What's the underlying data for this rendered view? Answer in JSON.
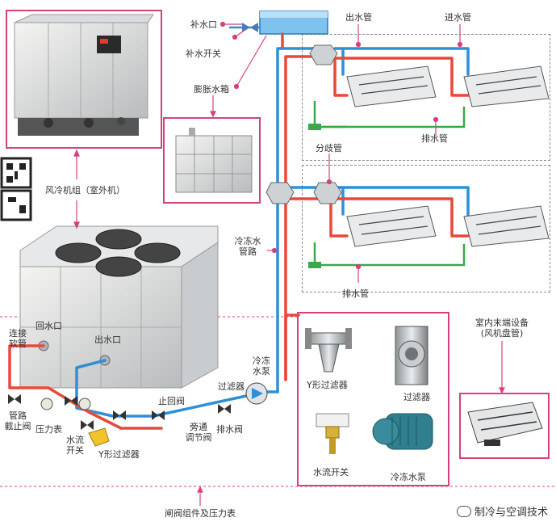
{
  "colors": {
    "accent": "#d4417e",
    "supply": "#2f8fd6",
    "return": "#e8493a",
    "drain": "#3aa84a"
  },
  "labels": {
    "makeup_port": "补水口",
    "makeup_switch": "补水开关",
    "expansion_tank": "膨胀水箱",
    "outlet_pipe": "出水管",
    "inlet_pipe": "进水管",
    "drain_top": "排水管",
    "branch_pipe": "分歧管",
    "chiller_line1": "风冷机组",
    "chiller_line2": "（室外机）",
    "chilled_pipe_line1": "冷冻水",
    "chilled_pipe_line2": "管路",
    "drain_bottom": "排水管",
    "return_port": "回水口",
    "outlet_port": "出水口",
    "hose_line1": "连接",
    "hose_line2": "软管",
    "pipe_stop_line1": "管路",
    "pipe_stop_line2": "截止阀",
    "pressure_gauge": "压力表",
    "flow_switch_line1": "水流",
    "flow_switch_line2": "开关",
    "y_filter": "Y形过滤器",
    "check_valve": "止回阀",
    "bypass_line1": "旁通",
    "bypass_line2": "调节阀",
    "drain_valve": "排水阀",
    "filter": "过滤器",
    "pump_line1": "冷冻",
    "pump_line2": "水泵",
    "comp_y_filter": "Y形过滤器",
    "comp_filter": "过滤器",
    "comp_flow_switch": "水流开关",
    "comp_pump": "冷冻水泵",
    "terminal_line1": "室内末端设备",
    "terminal_line2": "(风机盘管)",
    "valves_caption": "闸阀组件及压力表",
    "watermark": "制冷与空调技术"
  }
}
